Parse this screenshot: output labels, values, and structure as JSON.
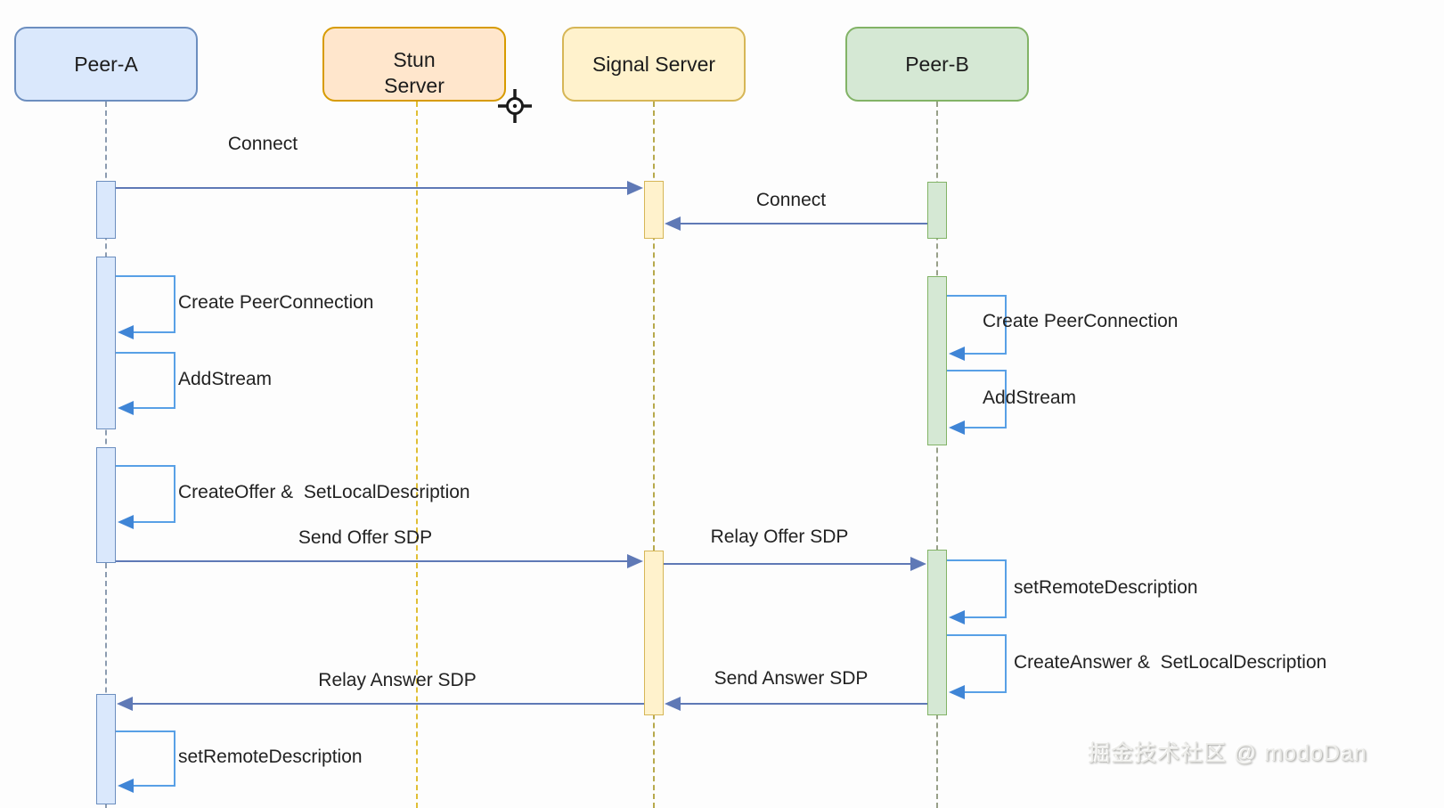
{
  "diagram": {
    "type": "sequence-diagram",
    "topic": "WebRTC signaling flow",
    "watermark": "掘金技术社区 @ modoDan",
    "colors": {
      "peer_a_fill": "#dae8fc",
      "peer_a_stroke": "#6c8ebf",
      "stun_fill": "#ffe6cc",
      "stun_stroke": "#d79b00",
      "signal_fill": "#fff2cc",
      "signal_stroke": "#d6b656",
      "peer_b_fill": "#d5e8d4",
      "peer_b_stroke": "#82b366",
      "message_arrow": "#5f79b6",
      "self_call_line": "#58a0e6",
      "self_call_arrowhead": "#3f85d6"
    },
    "actors": [
      {
        "id": "peer-a",
        "label": "Peer-A"
      },
      {
        "id": "stun-server",
        "label": "Stun Server"
      },
      {
        "id": "signal-server",
        "label": "Signal Server"
      },
      {
        "id": "peer-b",
        "label": "Peer-B"
      }
    ],
    "messages": [
      {
        "kind": "message",
        "from": "Peer-A",
        "to": "Signal Server",
        "label": "Connect"
      },
      {
        "kind": "message",
        "from": "Peer-B",
        "to": "Signal Server",
        "label": "Connect"
      },
      {
        "kind": "self",
        "actor": "Peer-A",
        "label": "Create PeerConnection"
      },
      {
        "kind": "self",
        "actor": "Peer-A",
        "label": "AddStream"
      },
      {
        "kind": "self",
        "actor": "Peer-B",
        "label": "Create PeerConnection"
      },
      {
        "kind": "self",
        "actor": "Peer-B",
        "label": "AddStream"
      },
      {
        "kind": "self",
        "actor": "Peer-A",
        "label": "CreateOffer &  SetLocalDescription"
      },
      {
        "kind": "message",
        "from": "Peer-A",
        "to": "Signal Server",
        "label": "Send Offer SDP"
      },
      {
        "kind": "message",
        "from": "Signal Server",
        "to": "Peer-B",
        "label": "Relay Offer SDP"
      },
      {
        "kind": "self",
        "actor": "Peer-B",
        "label": "setRemoteDescription"
      },
      {
        "kind": "self",
        "actor": "Peer-B",
        "label": "CreateAnswer &  SetLocalDescription"
      },
      {
        "kind": "message",
        "from": "Peer-B",
        "to": "Signal Server",
        "label": "Send Answer SDP"
      },
      {
        "kind": "message",
        "from": "Signal Server",
        "to": "Peer-A",
        "label": "Relay Answer SDP"
      },
      {
        "kind": "self",
        "actor": "Peer-A",
        "label": "setRemoteDescription"
      }
    ]
  }
}
